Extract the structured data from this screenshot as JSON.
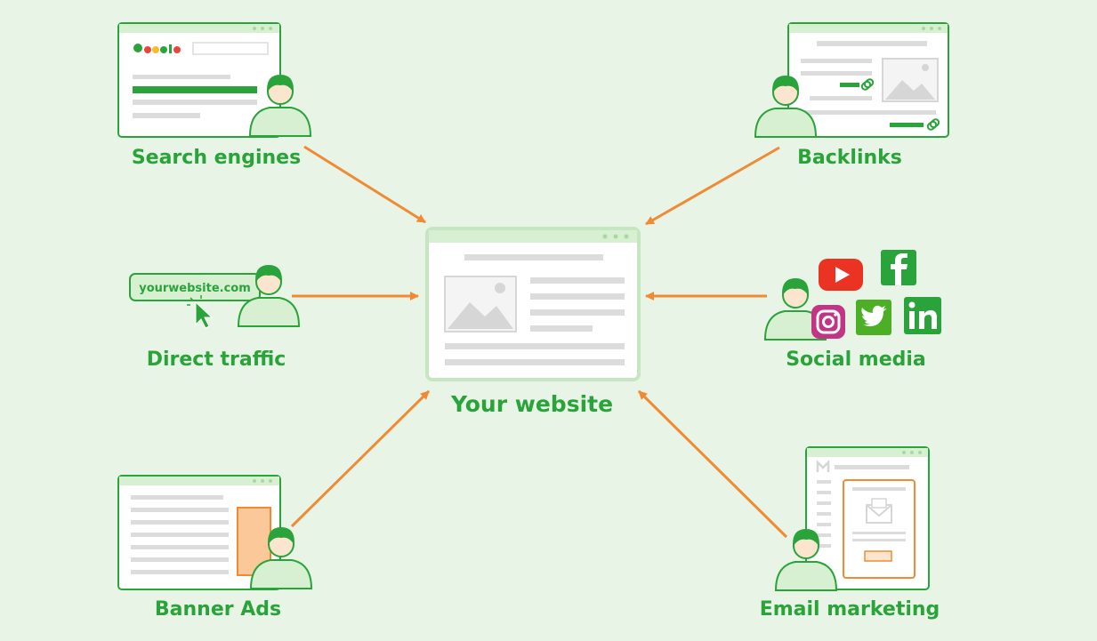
{
  "diagram": {
    "center_label": "Your website",
    "sources": {
      "search_engines": "Search engines",
      "backlinks": "Backlinks",
      "direct_traffic": "Direct traffic",
      "social_media": "Social media",
      "banner_ads": "Banner Ads",
      "email_marketing": "Email marketing"
    },
    "url_pill_text": "yourwebsite.com",
    "social_icons": [
      "youtube-icon",
      "facebook-icon",
      "instagram-icon",
      "twitter-icon",
      "linkedin-icon"
    ],
    "colors": {
      "background": "#e8f5e6",
      "green": "#2aa43a",
      "orange": "#f08a34",
      "light_green": "#d7f0d2",
      "grey": "#d6d6d6"
    }
  }
}
